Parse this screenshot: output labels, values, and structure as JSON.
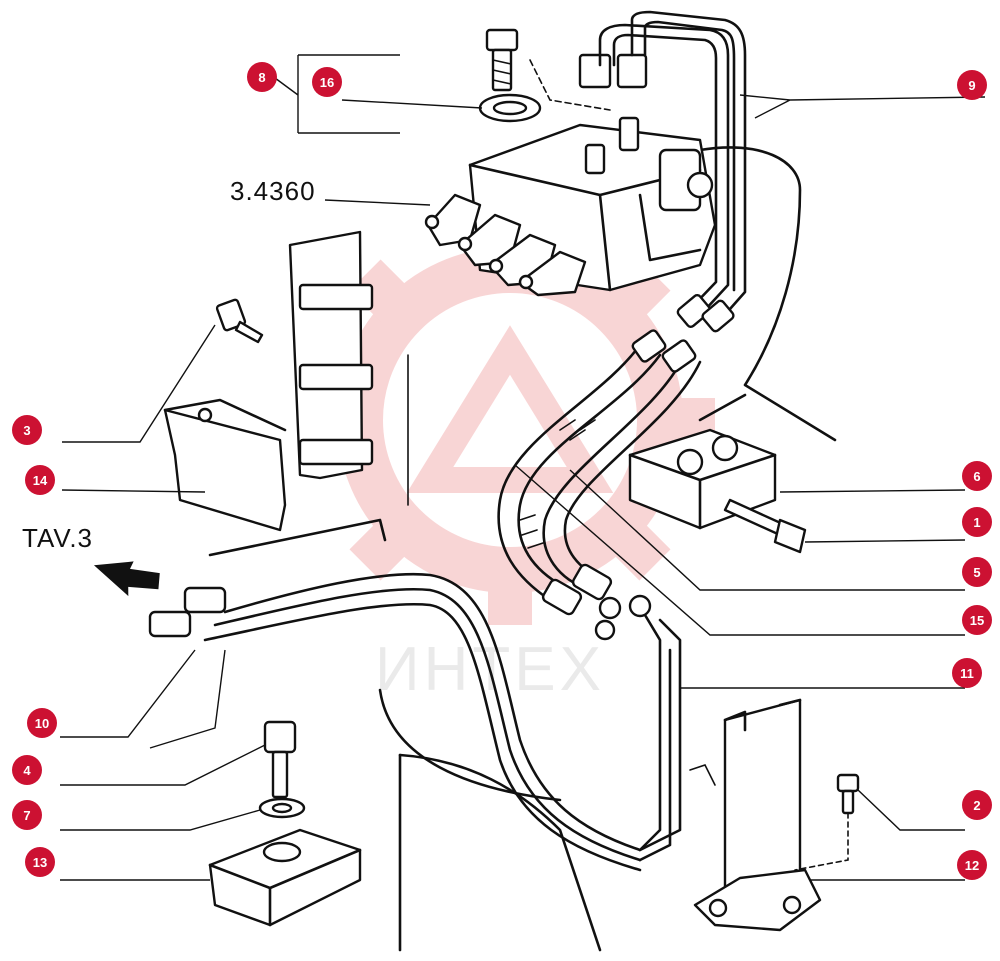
{
  "diagram": {
    "part_number": "3.4360",
    "reference": "TAV.3",
    "watermark_text": "ИНТЕХ",
    "colors": {
      "callout": "#cc1132",
      "ink": "#111111",
      "watermark": "#f4b3b3"
    },
    "callouts_left": [
      {
        "id": "8",
        "label": "8"
      },
      {
        "id": "16",
        "label": "16"
      },
      {
        "id": "3",
        "label": "3"
      },
      {
        "id": "14",
        "label": "14"
      },
      {
        "id": "10",
        "label": "10"
      },
      {
        "id": "4",
        "label": "4"
      },
      {
        "id": "7",
        "label": "7"
      },
      {
        "id": "13",
        "label": "13"
      }
    ],
    "callouts_right": [
      {
        "id": "9",
        "label": "9"
      },
      {
        "id": "6",
        "label": "6"
      },
      {
        "id": "1",
        "label": "1"
      },
      {
        "id": "5",
        "label": "5"
      },
      {
        "id": "15",
        "label": "15"
      },
      {
        "id": "11",
        "label": "11"
      },
      {
        "id": "2",
        "label": "2"
      },
      {
        "id": "12",
        "label": "12"
      }
    ]
  }
}
